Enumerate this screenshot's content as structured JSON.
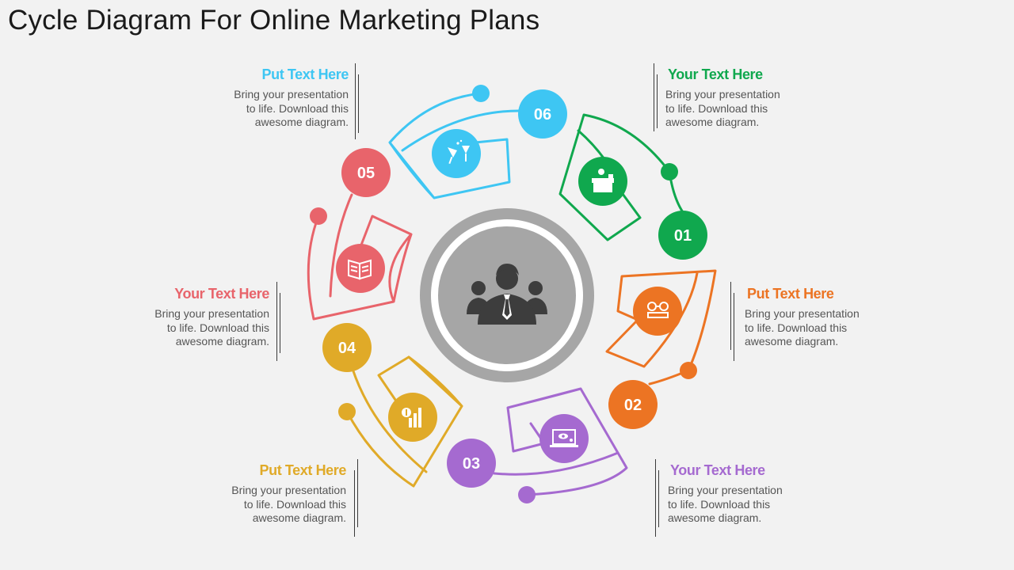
{
  "title": "Cycle Diagram For Online Marketing Plans",
  "center": {
    "icon": "business-team-icon",
    "ring_color": "#a6a6a6",
    "inner_color": "#a6a6a6"
  },
  "segments": [
    {
      "number": "01",
      "color": "#10a84e",
      "icon": "desk-presenter-icon",
      "heading": "Your Text Here",
      "body": "Bring your presentation to life. Download this awesome diagram."
    },
    {
      "number": "02",
      "color": "#ec7423",
      "icon": "glasses-book-icon",
      "heading": "Put Text Here",
      "body": "Bring your presentation to life. Download this awesome diagram."
    },
    {
      "number": "03",
      "color": "#a56ad0",
      "icon": "laptop-eye-icon",
      "heading": "Your Text Here",
      "body": "Bring your presentation to life. Download this awesome diagram."
    },
    {
      "number": "04",
      "color": "#e0aa28",
      "icon": "growth-chart-icon",
      "heading": "Put Text Here",
      "body": "Bring your presentation to life. Download this awesome diagram."
    },
    {
      "number": "05",
      "color": "#e8646b",
      "icon": "open-book-icon",
      "heading": "Your Text Here",
      "body": "Bring your presentation to life. Download this awesome diagram."
    },
    {
      "number": "06",
      "color": "#3ec6f3",
      "icon": "wine-glasses-icon",
      "heading": "Put Text Here",
      "body": "Bring your presentation to life. Download this awesome diagram."
    }
  ]
}
